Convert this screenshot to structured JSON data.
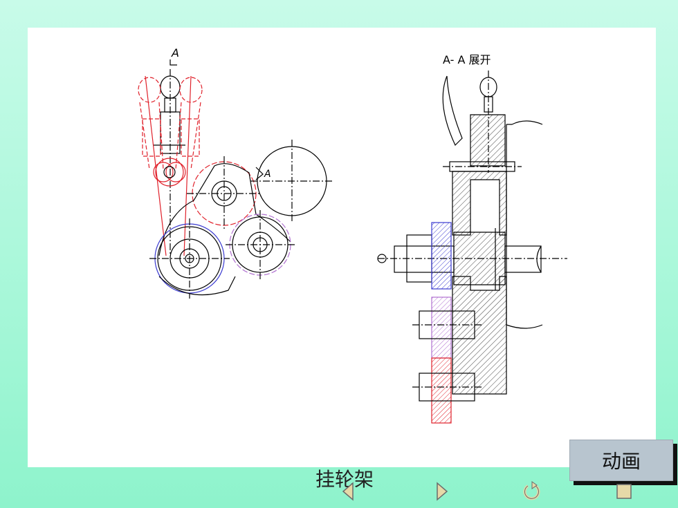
{
  "diagram": {
    "left_label": "A",
    "left_section_mark": "A",
    "right_title": "A- A 展开",
    "caption": "挂轮架"
  },
  "controls": {
    "animate_label": "动画",
    "prev_icon": "triangle-left-icon",
    "next_icon": "triangle-right-icon",
    "replay_icon": "circular-arrow-icon",
    "stop_icon": "square-stop-icon"
  },
  "colors": {
    "background": "#a6f7d8",
    "panel": "#ffffff",
    "outline": "#000000",
    "red_parts": "#e0202a",
    "blue_parts": "#3a3ad0",
    "purple_parts": "#b070d0",
    "button_face": "#b8c5cf"
  }
}
